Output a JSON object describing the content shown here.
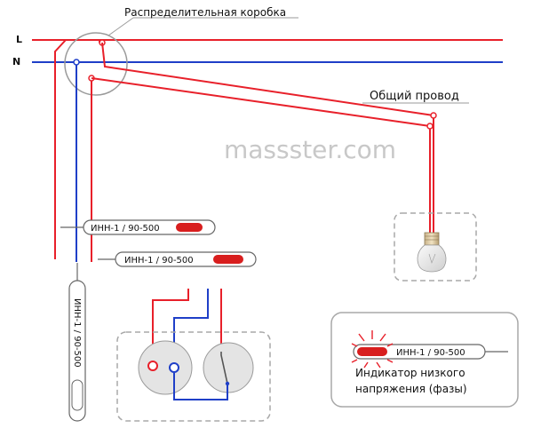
{
  "labels": {
    "L": "L",
    "N": "N",
    "junction_box": "Распределительная коробка",
    "common_wire": "Общий провод",
    "watermark": "massster.com"
  },
  "testers": {
    "model": "ИНН-1 / 90-500",
    "legend_line1": "Индикатор низкого",
    "legend_line2": "напряжения (фазы)"
  },
  "colors": {
    "phase": "#e8202a",
    "neutral": "#1f3fc8",
    "dashed_frame": "#a8a8a8",
    "tester_lamp": "#d81e1e"
  }
}
